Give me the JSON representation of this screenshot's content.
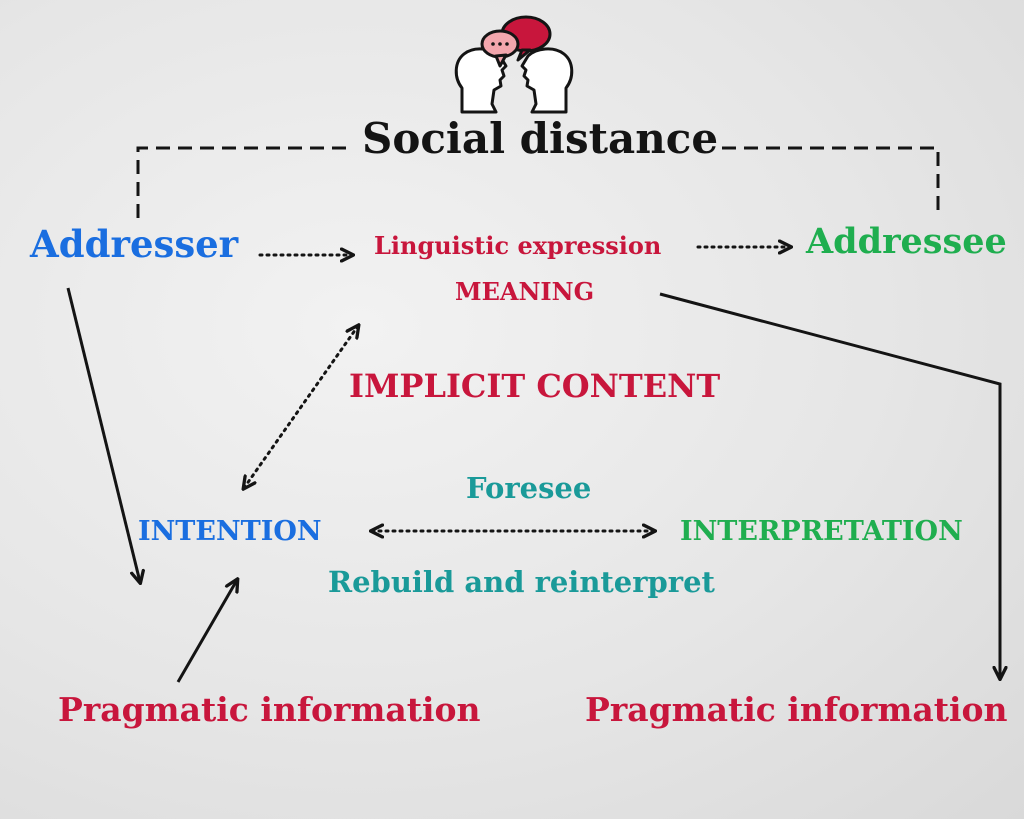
{
  "title": "Social distance",
  "nodes": {
    "addresser": "Addresser",
    "addressee": "Addressee",
    "linguistic_expression": "Linguistic expression",
    "meaning": "MEANING",
    "implicit_content": "IMPLICIT CONTENT",
    "foresee": "Foresee",
    "intention": "INTENTION",
    "interpretation": "INTERPRETATION",
    "rebuild": "Rebuild and reinterpret",
    "pragmatic_left": "Pragmatic information",
    "pragmatic_right": "Pragmatic information"
  },
  "colors": {
    "blue": "#1a6ee0",
    "green": "#1fae4f",
    "red": "#c8163c",
    "teal": "#1a9a99",
    "black": "#141414"
  },
  "icons": {
    "header": "two-heads-with-speech-bubbles-icon"
  }
}
